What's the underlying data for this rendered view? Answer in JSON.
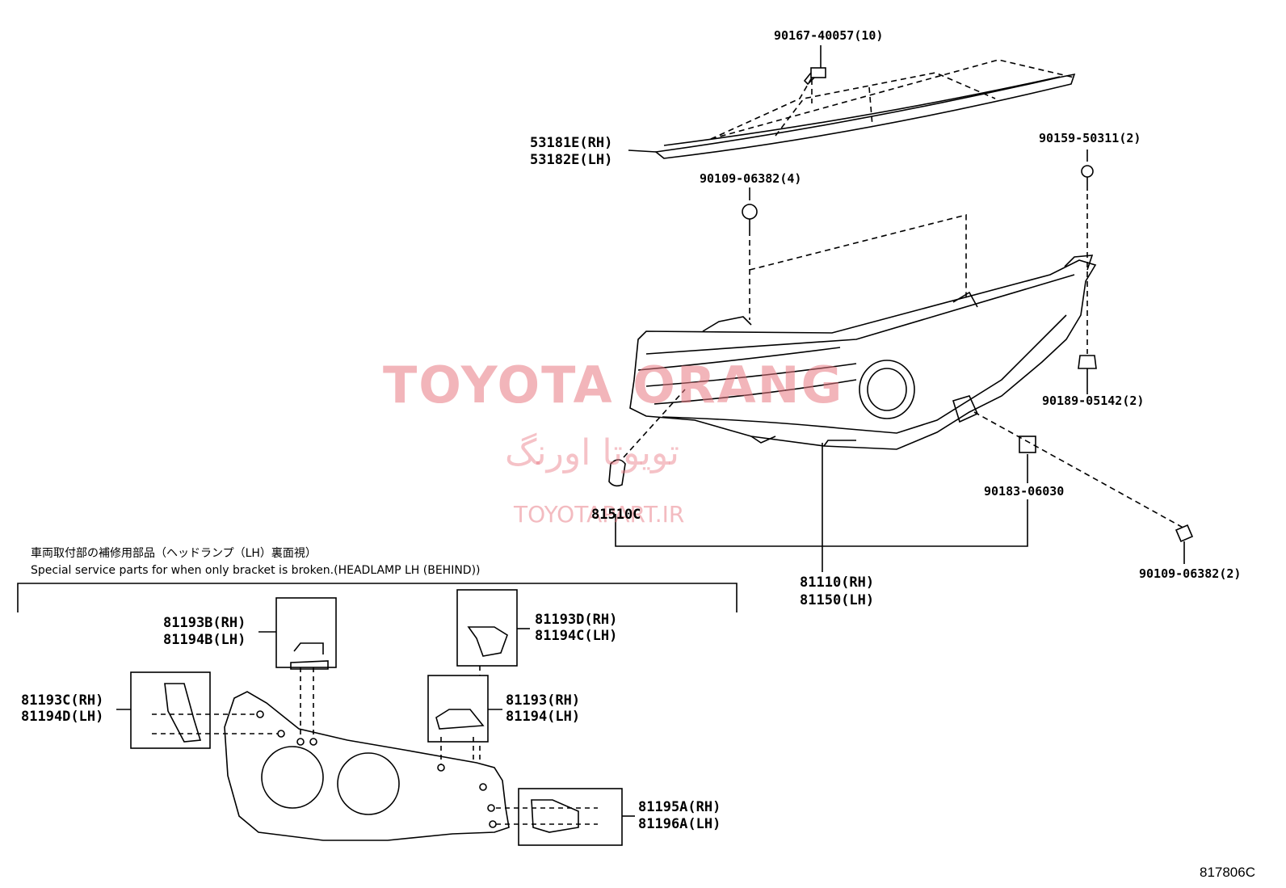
{
  "diagram": {
    "illustration_number": "817806C",
    "watermark": {
      "title": "TOYOTA ORANG",
      "farsi": "تویوتا اورنگ",
      "site": "TOYOTAPART.IR"
    },
    "callouts": {
      "bolt_top": "90167-40057(10)",
      "garnish_rh": "53181E(RH)",
      "garnish_lh": "53182E(LH)",
      "screw_mid": "90109-06382(4)",
      "screw_right_top": "90159-50311(2)",
      "clip_right": "90189-05142(2)",
      "nut_right": "90183-06030",
      "screw_right_bottom": "90109-06382(2)",
      "socket": "81510C",
      "headlamp_rh": "81110(RH)",
      "headlamp_lh": "81150(LH)"
    },
    "bracket_section": {
      "note_jp": "車両取付部の補修用部品（ヘッドランプ（LH）裏面視）",
      "note_en": "Special service parts for when only bracket is broken.(HEADLAMP LH (BEHIND))",
      "labels": {
        "b_rh": "81193B(RH)",
        "b_lh": "81194B(LH)",
        "c_rh": "81193C(RH)",
        "c_lh": "81194D(LH)",
        "d_rh": "81193D(RH)",
        "d_lh": "81194C(LH)",
        "base_rh": "81193(RH)",
        "base_lh": "81194(LH)",
        "a_rh": "81195A(RH)",
        "a_lh": "81196A(LH)"
      }
    },
    "colors": {
      "line": "#000000",
      "watermark": "#e87882",
      "background": "#ffffff"
    }
  }
}
